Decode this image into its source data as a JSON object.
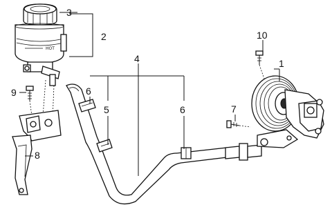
{
  "callouts": [
    {
      "id": "c1",
      "label": "1"
    },
    {
      "id": "c2",
      "label": "2"
    },
    {
      "id": "c3",
      "label": "3"
    },
    {
      "id": "c4",
      "label": "4"
    },
    {
      "id": "c5",
      "label": "5"
    },
    {
      "id": "c6a",
      "label": "6"
    },
    {
      "id": "c6b",
      "label": "6"
    },
    {
      "id": "c7",
      "label": "7"
    },
    {
      "id": "c8",
      "label": "8"
    },
    {
      "id": "c9",
      "label": "9"
    },
    {
      "id": "c10",
      "label": "10"
    }
  ],
  "reservoir_marking": "HOT"
}
